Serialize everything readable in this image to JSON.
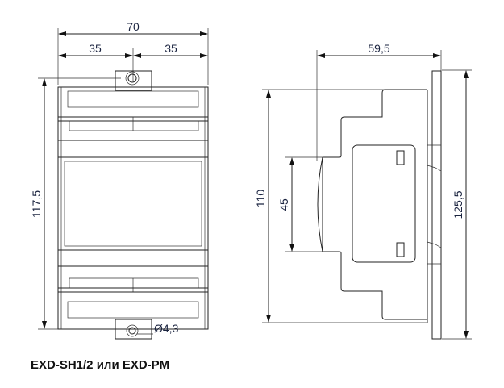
{
  "title": "EXD-SH1/2 или EXD-PM",
  "front_view": {
    "width_total": "70",
    "half_left": "35",
    "half_right": "35",
    "height_total": "117,5",
    "hole_diameter": "Ø4,3"
  },
  "side_view": {
    "depth": "59,5",
    "height_body": "110",
    "height_front": "45",
    "height_total": "125,5"
  },
  "colors": {
    "dimension_text": "#1b2440",
    "lines": "#222222"
  }
}
